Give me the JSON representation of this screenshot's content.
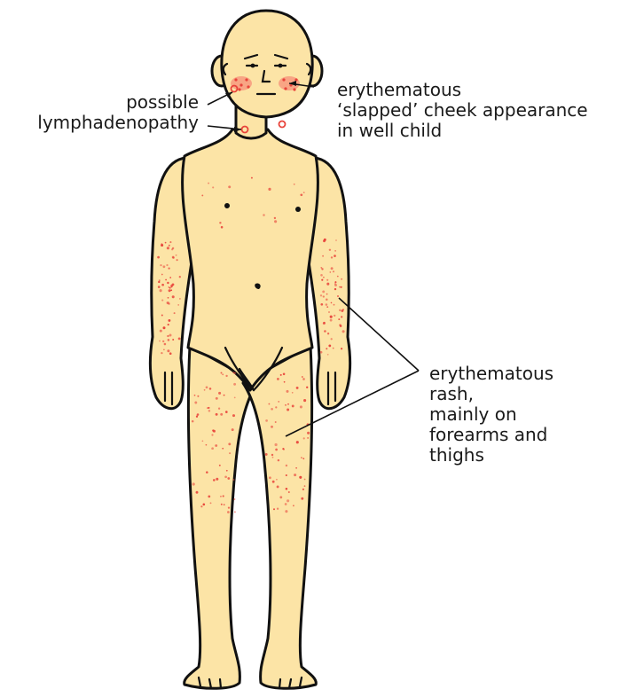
{
  "labels": {
    "lymph": [
      "possible",
      "lymphadenopathy"
    ],
    "cheek": [
      "erythematous",
      "‘slapped’ cheek appearance",
      "in well child"
    ],
    "rash": [
      "erythematous",
      "rash,",
      "mainly on",
      "forearms and",
      "thighs"
    ]
  },
  "colors": {
    "skin": "#fce4a6",
    "outline": "#111111",
    "rash_dots": "#e8433a",
    "background": "#ffffff"
  }
}
